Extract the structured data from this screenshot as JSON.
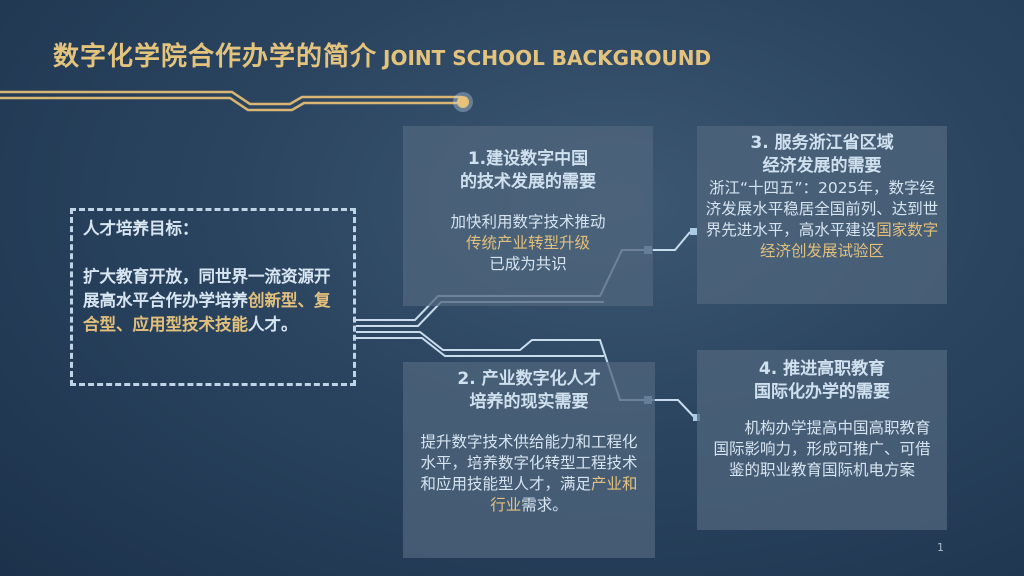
{
  "title": {
    "cn": "数字化学院合作办学的简介",
    "en": "JOINT SCHOOL BACKGROUND"
  },
  "goal": {
    "heading": "人才培养目标：",
    "text1": "扩大教育开放，同世界一流资源开展高水平合作办学培养",
    "highlight1": "创新型、复合型、应用型技术技能",
    "text2": "人才。"
  },
  "cards": [
    {
      "title1": "1.建设数字中国",
      "title2": "的技术发展的需要",
      "line1": "加快利用数字技术推动",
      "highlight": "传统产业转型升级",
      "line2": "已成为共识"
    },
    {
      "title1": "2. 产业数字化人才",
      "title2": "培养的现实需要",
      "text": "提升数字技术供给能力和工程化水平，培养数字化转型工程技术和应用技能型人才，满足",
      "highlight": "产业和行业",
      "text2": "需求。"
    },
    {
      "title1": "3. 服务浙江省区域",
      "title2": "经济发展的需要",
      "text": "浙江“十四五”：2025年，数字经济发展水平稳居全国前列、达到世界先进水平，高水平建设",
      "highlight": "国家数字经济创发展试验区"
    },
    {
      "title1": "4. 推进高职教育",
      "title2": "国际化办学的需要",
      "text": "机构办学提高中国高职教育国际影响力，形成可推广、可借鉴的职业教育国际机电方案"
    }
  ],
  "page_number": "1"
}
